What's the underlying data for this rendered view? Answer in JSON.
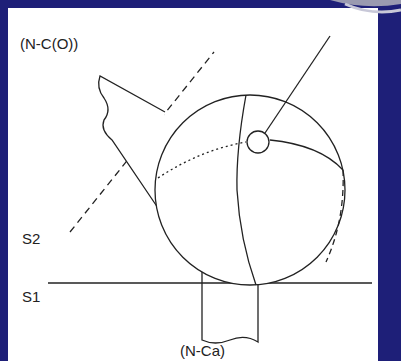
{
  "diagram": {
    "labels": [
      "(N-C(O))",
      "S2",
      "S1",
      "(N-Ca)"
    ]
  }
}
